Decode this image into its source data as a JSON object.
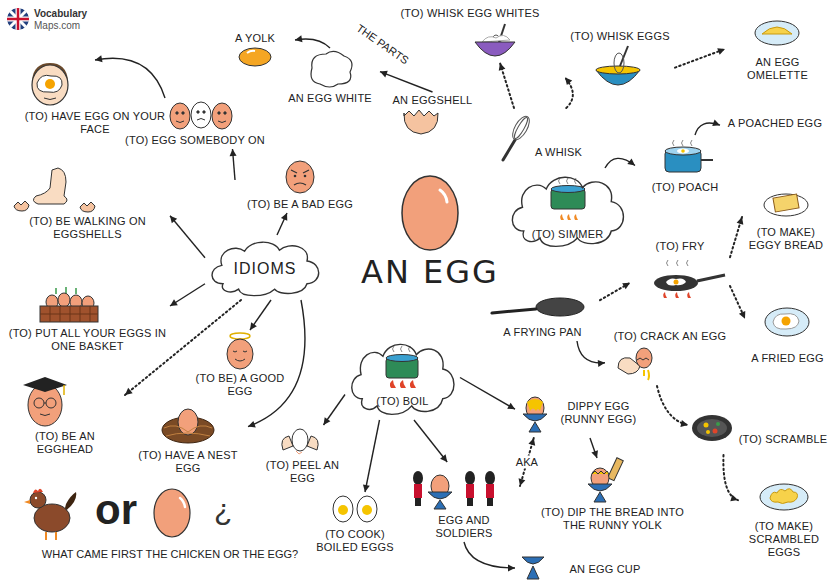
{
  "diagram": {
    "title": "AN EGG",
    "nodes": [
      {
        "text": [
          "(TO) HAVE EGG ON YOUR FACE"
        ]
      },
      {
        "text": [
          "(TO) EGG SOMEBODY ON"
        ]
      },
      {
        "text": [
          "A YOLK"
        ]
      },
      {
        "text": [
          "AN EGG WHITE"
        ]
      },
      {
        "text": [
          "AN EGGSHELL"
        ]
      },
      {
        "text": [
          "(TO) BE A BAD EGG"
        ]
      },
      {
        "text": [
          "IDIOMS"
        ]
      },
      {
        "text": [
          "(TO) BE WALKING ON EGGSHELLS"
        ]
      },
      {
        "text": [
          "(TO) PUT ALL YOUR EGGS IN ONE BASKET"
        ]
      },
      {
        "text": [
          "(TO) BE AN EGGHEAD"
        ]
      },
      {
        "text": [
          "(TO BE) A GOOD EGG"
        ]
      },
      {
        "text": [
          "(TO) HAVE A NEST EGG"
        ]
      },
      {
        "text": [
          "(TO) BOIL"
        ]
      },
      {
        "text": [
          "(TO) PEEL AN EGG"
        ]
      },
      {
        "text": [
          "(TO COOK) BOILED EGGS"
        ]
      },
      {
        "text": [
          "EGG AND SOLDIERS"
        ]
      },
      {
        "text": [
          "AN EGG CUP"
        ]
      },
      {
        "text": [
          "DIPPY EGG (RUNNY EGG)"
        ]
      },
      {
        "text": [
          "(TO) DIP THE BREAD INTO THE RUNNY YOLK"
        ]
      },
      {
        "text": [
          "(TO) WHISK EGG WHITES"
        ]
      },
      {
        "text": [
          "(TO) WHISK EGGS"
        ]
      },
      {
        "text": [
          "A WHISK"
        ]
      },
      {
        "text": [
          "AN EGG OMELETTE"
        ]
      },
      {
        "text": [
          "A POACHED EGG"
        ]
      },
      {
        "text": [
          "(TO) POACH"
        ]
      },
      {
        "text": [
          "(TO) SIMMER"
        ]
      },
      {
        "text": [
          "(TO) FRY"
        ]
      },
      {
        "text": [
          "(TO MAKE) EGGY BREAD"
        ]
      },
      {
        "text": [
          "A FRYING PAN"
        ]
      },
      {
        "text": [
          "(TO) CRACK AN EGG"
        ]
      },
      {
        "text": [
          "A FRIED EGG"
        ]
      },
      {
        "text": [
          "(TO) SCRAMBLE"
        ]
      },
      {
        "text": [
          "(TO MAKE) SCRAMBLED EGGS"
        ]
      }
    ],
    "edges": [
      {
        "from": 1,
        "to": 0,
        "arrow": "to"
      },
      {
        "from": 5,
        "to": 1,
        "arrow": "to"
      },
      {
        "from": 4,
        "to": 3,
        "arrow": "to"
      },
      {
        "from": 3,
        "to": 2,
        "arrow": "to"
      },
      {
        "from": 6,
        "to": 5,
        "arrow": "to"
      },
      {
        "from": 6,
        "to": 7,
        "arrow": "to"
      },
      {
        "from": 6,
        "to": 8,
        "arrow": "to"
      },
      {
        "from": 6,
        "to": 9,
        "arrow": "to"
      },
      {
        "from": 6,
        "to": 10,
        "arrow": "to"
      },
      {
        "from": 6,
        "to": 11,
        "arrow": "to"
      },
      {
        "from": 12,
        "to": 13,
        "arrow": "to"
      },
      {
        "from": 12,
        "to": 14,
        "arrow": "to"
      },
      {
        "from": 12,
        "to": 15,
        "arrow": "to"
      },
      {
        "from": 12,
        "to": 17,
        "arrow": "to"
      },
      {
        "from": 17,
        "to": 15,
        "label": "AKA",
        "arrow": "both"
      },
      {
        "from": 17,
        "to": 18,
        "arrow": "to"
      },
      {
        "from": 15,
        "to": 16,
        "arrow": "to"
      },
      {
        "from": 21,
        "to": 19,
        "arrow": "to"
      },
      {
        "from": 21,
        "to": 20,
        "arrow": "to"
      },
      {
        "from": 20,
        "to": 22,
        "arrow": "to"
      },
      {
        "from": 25,
        "to": 24,
        "arrow": "to"
      },
      {
        "from": 24,
        "to": 23,
        "arrow": "to"
      },
      {
        "from": 28,
        "to": 26,
        "arrow": "to"
      },
      {
        "from": 28,
        "to": 29,
        "arrow": "to"
      },
      {
        "from": 26,
        "to": 27,
        "arrow": "to"
      },
      {
        "from": 26,
        "to": 30,
        "arrow": "to"
      },
      {
        "from": 29,
        "to": 31,
        "arrow": "to"
      },
      {
        "from": 31,
        "to": 32,
        "arrow": "to"
      }
    ],
    "labels": [
      "Vocabulary",
      "Maps.com",
      "THE PARTS",
      "or",
      "¿",
      "WHAT CAME FIRST THE CHICKEN OR THE EGG?"
    ]
  }
}
